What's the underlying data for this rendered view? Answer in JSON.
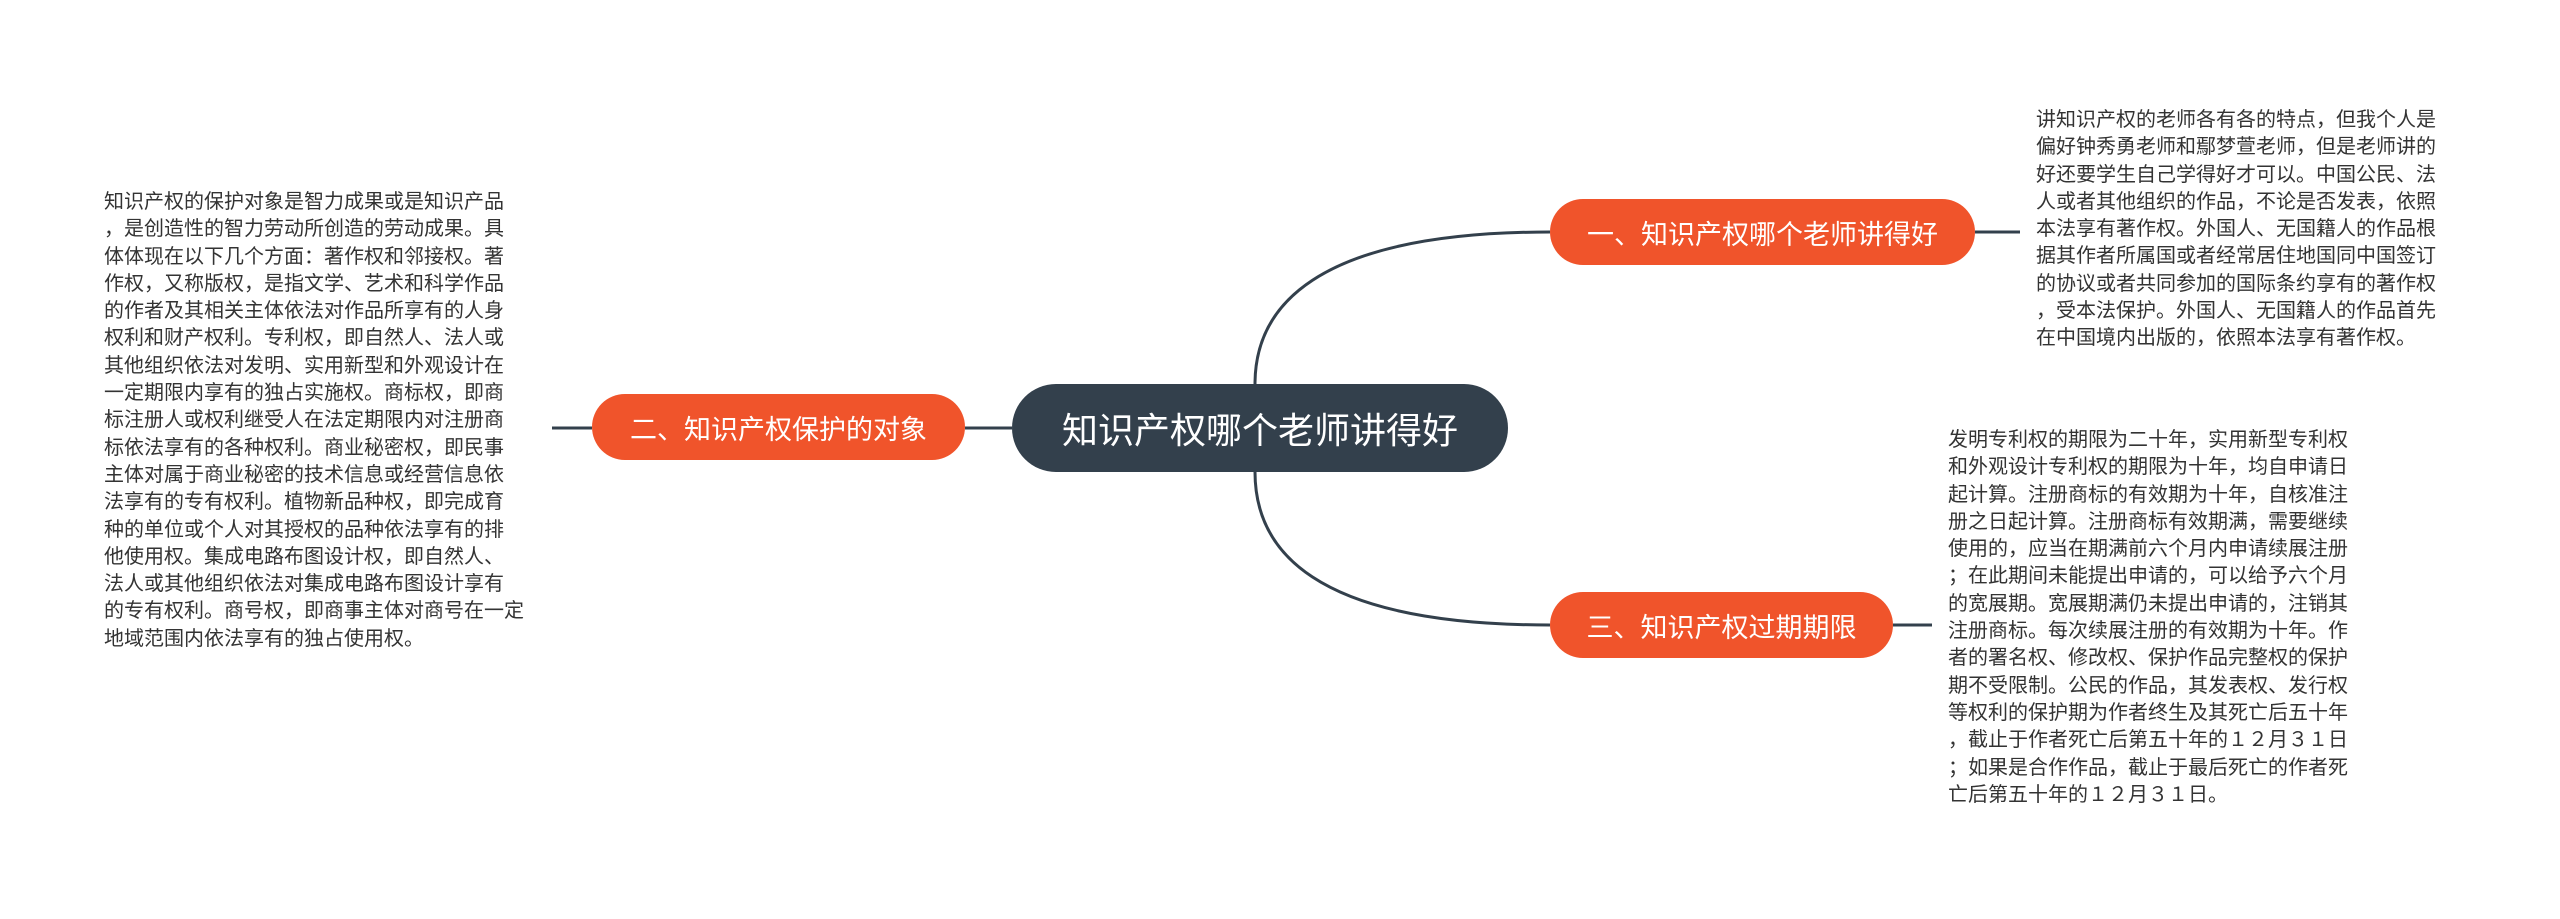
{
  "mindmap": {
    "center": {
      "label": "知识产权哪个老师讲得好"
    },
    "branches": [
      {
        "label": "一、知识产权哪个老师讲得好",
        "side": "right",
        "detail_lines": [
          "讲知识产权的老师各有各的特点，但我个人是",
          "偏好钟秀勇老师和鄢梦萱老师，但是老师讲的",
          "好还要学生自己学得好才可以。中国公民、法",
          "人或者其他组织的作品，不论是否发表，依照",
          "本法享有著作权。外国人、无国籍人的作品根",
          "据其作者所属国或者经常居住地国同中国签订",
          "的协议或者共同参加的国际条约享有的著作权",
          "，受本法保护。外国人、无国籍人的作品首先",
          "在中国境内出版的，依照本法享有著作权。"
        ]
      },
      {
        "label": "二、知识产权保护的对象",
        "side": "left",
        "detail_lines": [
          "知识产权的保护对象是智力成果或是知识产品",
          "，是创造性的智力劳动所创造的劳动成果。具",
          "体体现在以下几个方面：著作权和邻接权。著",
          "作权，又称版权，是指文学、艺术和科学作品",
          "的作者及其相关主体依法对作品所享有的人身",
          "权利和财产权利。专利权，即自然人、法人或",
          "其他组织依法对发明、实用新型和外观设计在",
          "一定期限内享有的独占实施权。商标权，即商",
          "标注册人或权利继受人在法定期限内对注册商",
          "标依法享有的各种权利。商业秘密权，即民事",
          "主体对属于商业秘密的技术信息或经营信息依",
          "法享有的专有权利。植物新品种权，即完成育",
          "种的单位或个人对其授权的品种依法享有的排",
          "他使用权。集成电路布图设计权，即自然人、",
          "法人或其他组织依法对集成电路布图设计享有",
          "的专有权利。商号权，即商事主体对商号在一定",
          "地域范围内依法享有的独占使用权。"
        ]
      },
      {
        "label": "三、知识产权过期期限",
        "side": "right",
        "detail_lines": [
          "发明专利权的期限为二十年，实用新型专利权",
          "和外观设计专利权的期限为十年，均自申请日",
          "起计算。注册商标的有效期为十年，自核准注",
          "册之日起计算。注册商标有效期满，需要继续",
          "使用的，应当在期满前六个月内申请续展注册",
          "；在此期间未能提出申请的，可以给予六个月",
          "的宽展期。宽展期满仍未提出申请的，注销其",
          "注册商标。每次续展注册的有效期为十年。作",
          "者的署名权、修改权、保护作品完整权的保护",
          "期不受限制。公民的作品，其发表权、发行权",
          "等权利的保护期为作者终生及其死亡后五十年",
          "，截止于作者死亡后第五十年的１２月３１日",
          "；如果是合作作品，截止于最后死亡的作者死",
          "亡后第五十年的１２月３１日。"
        ]
      }
    ]
  },
  "colors": {
    "center_fill": "#33404c",
    "branch_fill": "#f0542b",
    "connector": "#33404c",
    "node_text": "#ffffff",
    "detail_text": "#333333"
  }
}
